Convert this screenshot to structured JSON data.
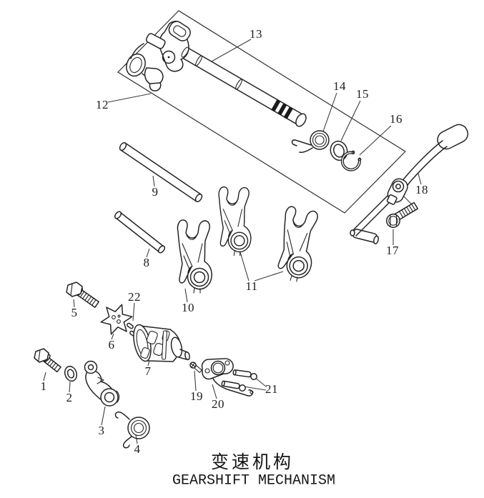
{
  "colors": {
    "ink": "#1c1c1c",
    "paper": "#ffffff"
  },
  "labels": {
    "1": "1",
    "2": "2",
    "3": "3",
    "4": "4",
    "5": "5",
    "6": "6",
    "7": "7",
    "8": "8",
    "9": "9",
    "10": "10",
    "11": "11",
    "12": "12",
    "13": "13",
    "14": "14",
    "15": "15",
    "16": "16",
    "17": "17",
    "18": "18",
    "19": "19",
    "20": "20",
    "21": "21",
    "22": "22"
  },
  "footer": {
    "title_zh": "变速机构",
    "title_en": "GEARSHIFT MECHANISM"
  }
}
